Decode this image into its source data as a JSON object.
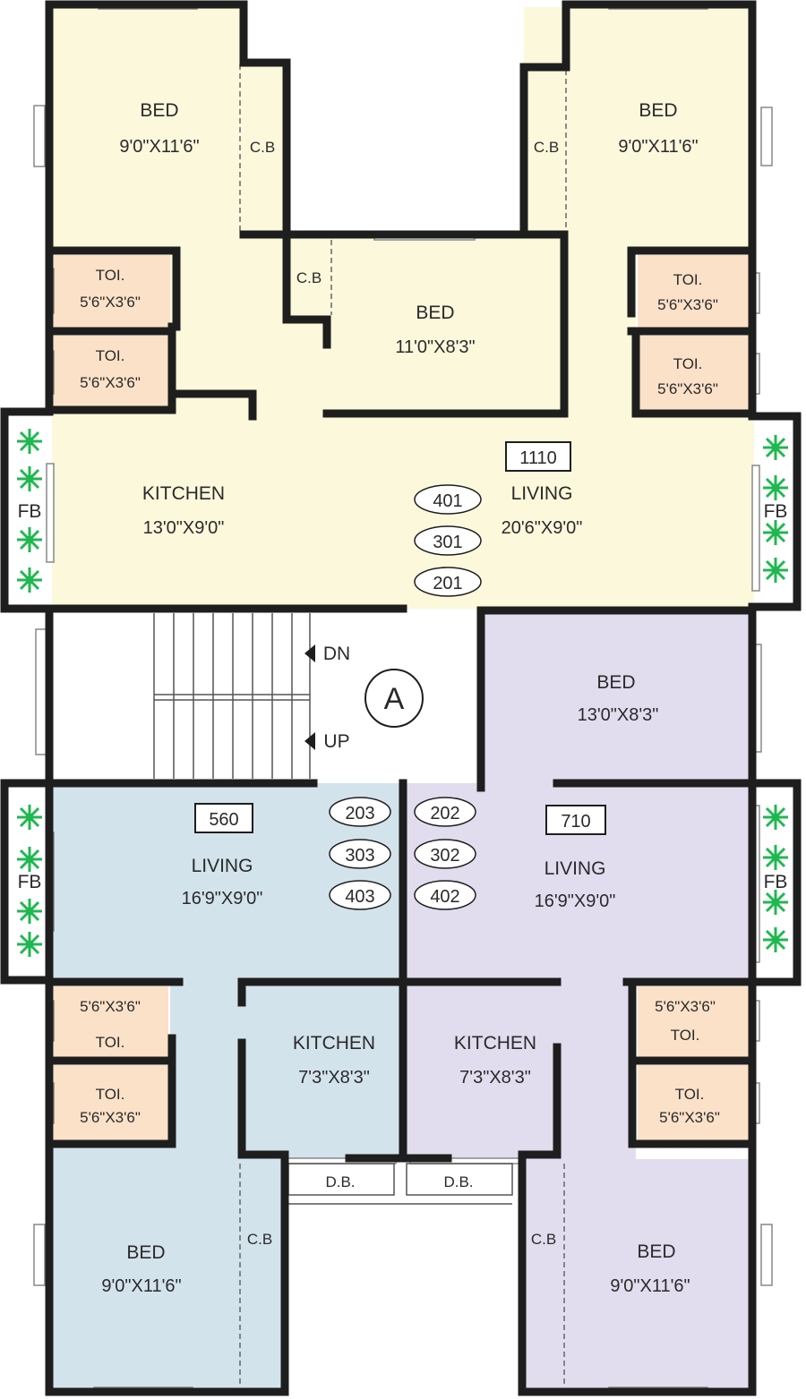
{
  "colors": {
    "flat_1110": "#fbf8dc",
    "flat_560": "#d3e3ec",
    "flat_710": "#e1ddee",
    "toilet": "#fbe1c8",
    "planter": "#1fb850"
  },
  "flat_1110": {
    "area": "1110",
    "units": [
      "401",
      "301",
      "201"
    ],
    "bed_left": {
      "label": "BED",
      "dim": "9'0\"X11'6\""
    },
    "bed_right": {
      "label": "BED",
      "dim": "9'0\"X11'6\""
    },
    "bed_middle": {
      "label": "BED",
      "dim": "11'0\"X8'3\""
    },
    "cb": "C.B",
    "toilets": [
      {
        "label": "TOI.",
        "dim": "5'6\"X3'6\""
      },
      {
        "label": "TOI.",
        "dim": "5'6\"X3'6\""
      },
      {
        "label": "TOI.",
        "dim": "5'6\"X3'6\""
      },
      {
        "label": "TOI.",
        "dim": "5'6\"X3'6\""
      }
    ],
    "kitchen": {
      "label": "KITCHEN",
      "dim": "13'0\"X9'0\""
    },
    "living": {
      "label": "LIVING",
      "dim": "20'6\"X9'0\""
    }
  },
  "flat_560": {
    "area": "560",
    "units": [
      "203",
      "303",
      "403"
    ],
    "living": {
      "label": "LIVING",
      "dim": "16'9\"X9'0\""
    },
    "kitchen": {
      "label": "KITCHEN",
      "dim": "7'3\"X8'3\""
    },
    "toilets": [
      {
        "label": "TOI.",
        "dim": "5'6\"X3'6\""
      },
      {
        "label": "TOI.",
        "dim": "5'6\"X3'6\""
      }
    ],
    "bed": {
      "label": "BED",
      "dim": "9'0\"X11'6\""
    },
    "cb": "C.B",
    "db": "D.B."
  },
  "flat_710": {
    "area": "710",
    "units": [
      "202",
      "302",
      "402"
    ],
    "bed_top": {
      "label": "BED",
      "dim": "13'0\"X8'3\""
    },
    "living": {
      "label": "LIVING",
      "dim": "16'9\"X9'0\""
    },
    "kitchen": {
      "label": "KITCHEN",
      "dim": "7'3\"X8'3\""
    },
    "toilets": [
      {
        "label": "TOI.",
        "dim": "5'6\"X3'6\""
      },
      {
        "label": "TOI.",
        "dim": "5'6\"X3'6\""
      }
    ],
    "bed": {
      "label": "BED",
      "dim": "9'0\"X11'6\""
    },
    "cb": "C.B",
    "db": "D.B."
  },
  "common": {
    "fb": "FB",
    "stair_dn": "DN",
    "stair_up": "UP",
    "wing": "A"
  }
}
